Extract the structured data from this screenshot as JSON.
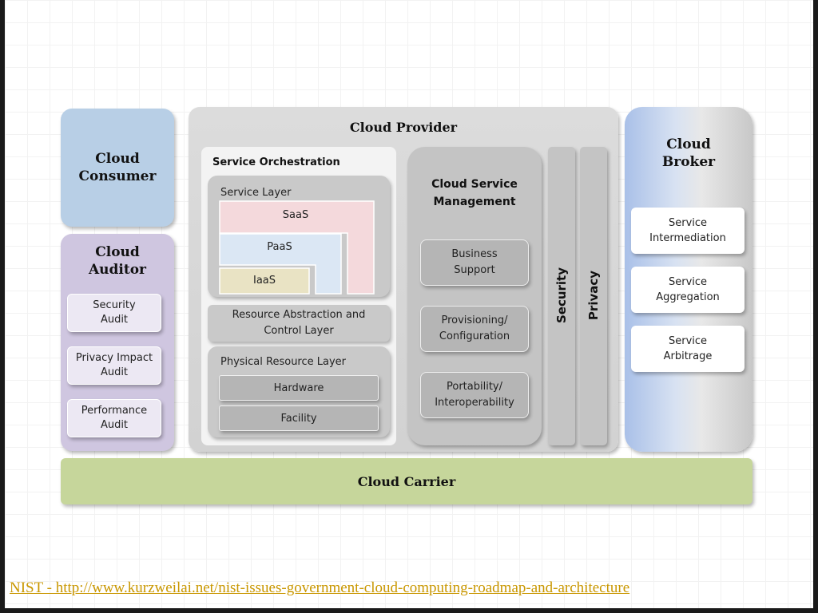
{
  "diagram": {
    "consumer": "Cloud\nConsumer",
    "auditor": {
      "title": "Cloud\nAuditor",
      "items": [
        "Security\nAudit",
        "Privacy Impact\nAudit",
        "Performance\nAudit"
      ]
    },
    "provider": {
      "title": "Cloud Provider",
      "orchestration": {
        "title": "Service Orchestration",
        "service_layer": {
          "title": "Service Layer",
          "saas": "SaaS",
          "paas": "PaaS",
          "iaas": "IaaS"
        },
        "resource_abstraction": "Resource Abstraction and\nControl Layer",
        "physical": {
          "title": "Physical Resource Layer",
          "hardware": "Hardware",
          "facility": "Facility"
        }
      },
      "management": {
        "title": "Cloud Service\nManagement",
        "items": [
          "Business\nSupport",
          "Provisioning/\nConfiguration",
          "Portability/\nInteroperability"
        ]
      },
      "security": "Security",
      "privacy": "Privacy"
    },
    "broker": {
      "title": "Cloud\nBroker",
      "items": [
        "Service\nIntermediation",
        "Service\nAggregation",
        "Service\nArbitrage"
      ]
    },
    "carrier": "Cloud Carrier"
  },
  "source_link": "NIST -  http://www.kurzweilai.net/nist-issues-government-cloud-computing-roadmap-and-architecture",
  "colors": {
    "consumer": "#b8cfe6",
    "auditor": "#cfc6e0",
    "provider": "#d9d9d9",
    "broker": "#a9c0e8",
    "carrier": "#c6d69b",
    "saas": "#f4d9dc",
    "paas": "#dbe7f4",
    "iaas": "#e9e3c4",
    "link": "#c99700"
  }
}
